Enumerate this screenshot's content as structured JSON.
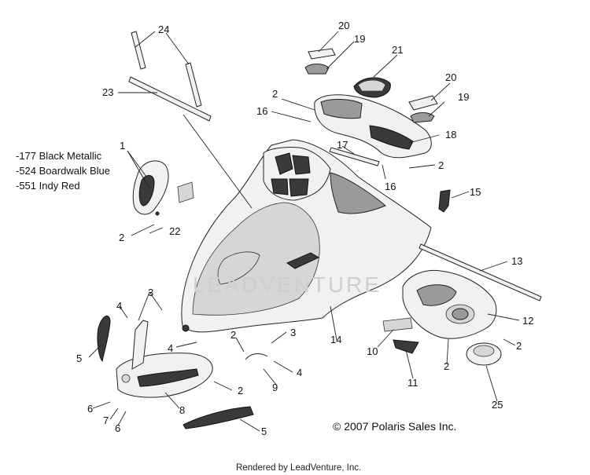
{
  "color_options": [
    "-177 Black Metallic",
    "-524 Boardwalk Blue",
    "-551 Indy Red"
  ],
  "copyright": "© 2007 Polaris Sales Inc.",
  "footer": "Rendered by LeadVenture, Inc.",
  "watermark": "LEADVENTURE",
  "callouts": {
    "c1": "1",
    "c2a": "2",
    "c2b": "2",
    "c2c": "2",
    "c2d": "2",
    "c2e": "2",
    "c2f": "2",
    "c2g": "2",
    "c3a": "3",
    "c3b": "3",
    "c4a": "4",
    "c4b": "4",
    "c4c": "4",
    "c5a": "5",
    "c5b": "5",
    "c6a": "6",
    "c6b": "6",
    "c7": "7",
    "c8": "8",
    "c9": "9",
    "c10": "10",
    "c11": "11",
    "c12": "12",
    "c13": "13",
    "c14": "14",
    "c15": "15",
    "c16a": "16",
    "c16b": "16",
    "c17": "17",
    "c18": "18",
    "c19a": "19",
    "c19b": "19",
    "c20a": "20",
    "c20b": "20",
    "c21": "21",
    "c22": "22",
    "c23": "23",
    "c24": "24",
    "c25": "25"
  }
}
